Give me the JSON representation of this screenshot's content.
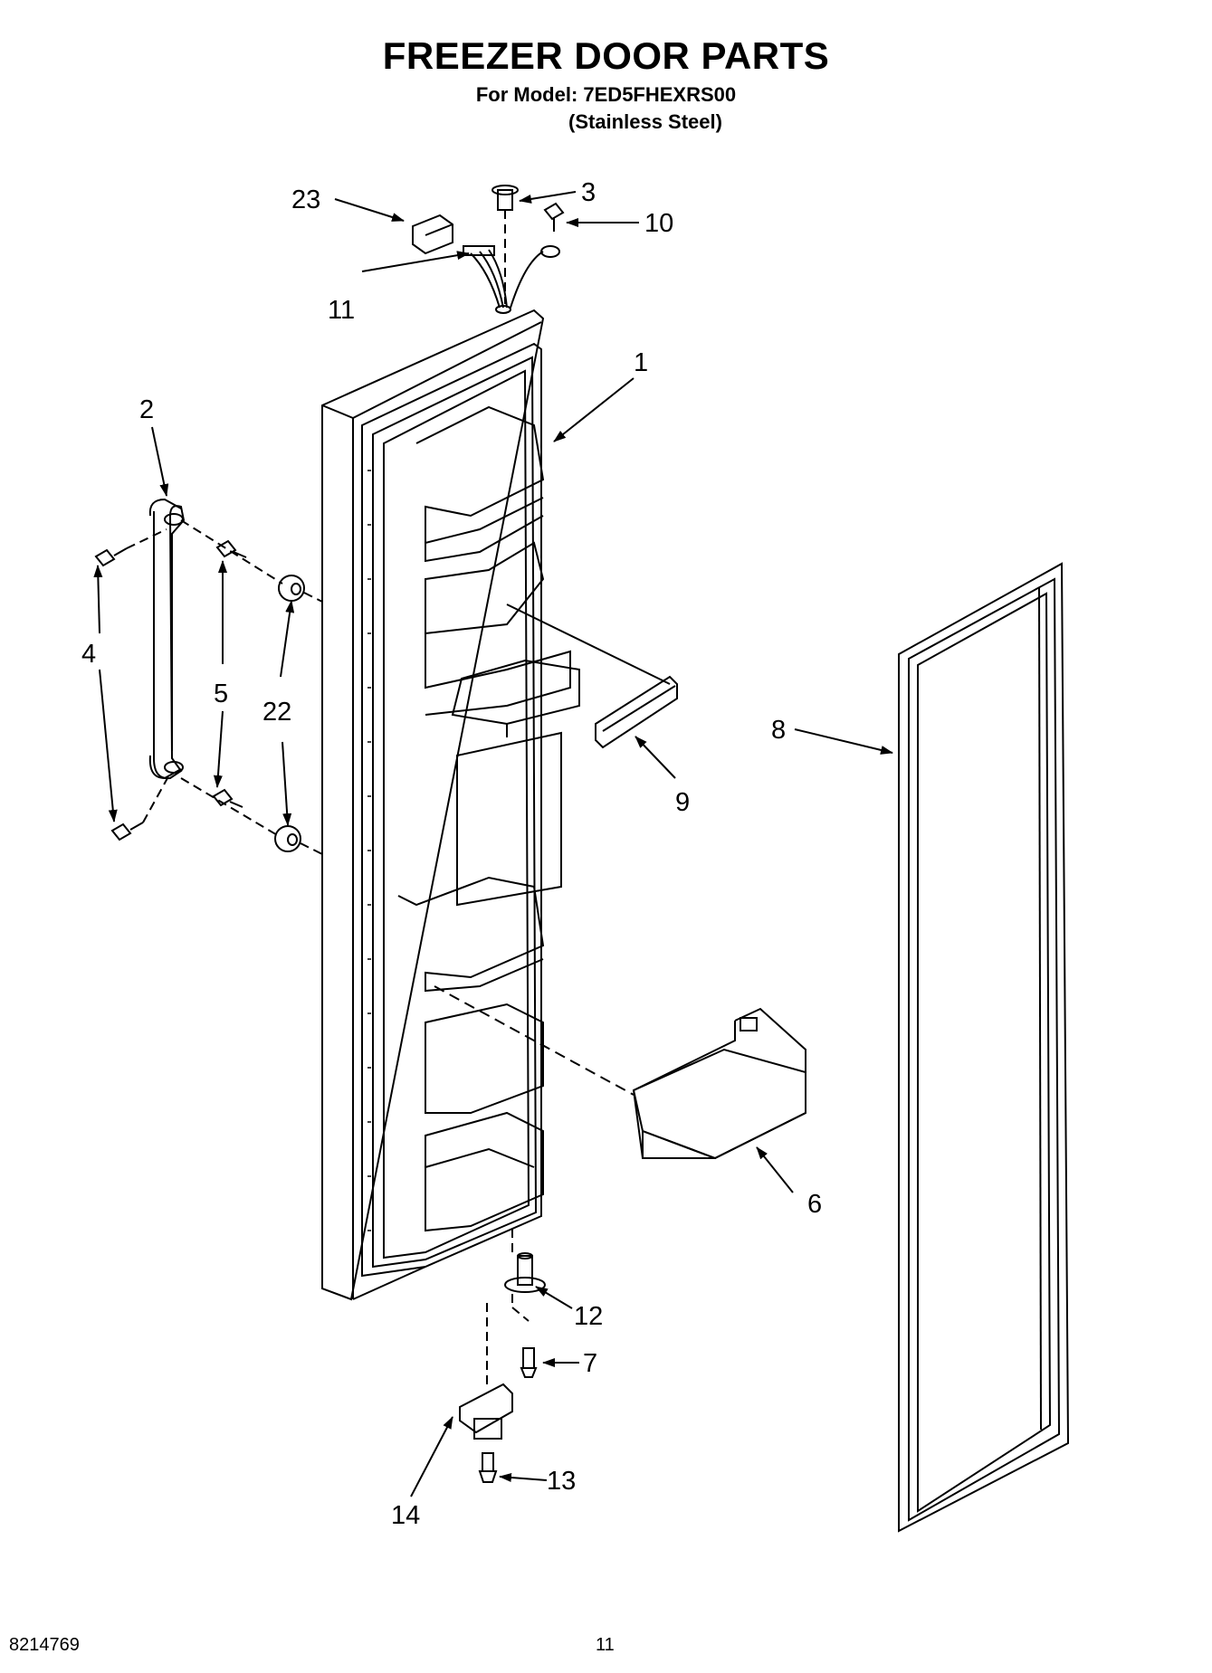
{
  "header": {
    "title": "FREEZER DOOR PARTS",
    "model_line": "For Model: 7ED5FHEXRS00",
    "finish": "(Stainless Steel)"
  },
  "callouts": [
    {
      "id": "c1",
      "label": "1"
    },
    {
      "id": "c2",
      "label": "2"
    },
    {
      "id": "c3",
      "label": "3"
    },
    {
      "id": "c4",
      "label": "4"
    },
    {
      "id": "c5",
      "label": "5"
    },
    {
      "id": "c6",
      "label": "6"
    },
    {
      "id": "c7",
      "label": "7"
    },
    {
      "id": "c8",
      "label": "8"
    },
    {
      "id": "c9",
      "label": "9"
    },
    {
      "id": "c10",
      "label": "10"
    },
    {
      "id": "c11",
      "label": "11"
    },
    {
      "id": "c12",
      "label": "12"
    },
    {
      "id": "c13",
      "label": "13"
    },
    {
      "id": "c14",
      "label": "14"
    },
    {
      "id": "c22",
      "label": "22"
    },
    {
      "id": "c23",
      "label": "23"
    }
  ],
  "footer": {
    "doc_number": "8214769",
    "page_number": "11"
  }
}
